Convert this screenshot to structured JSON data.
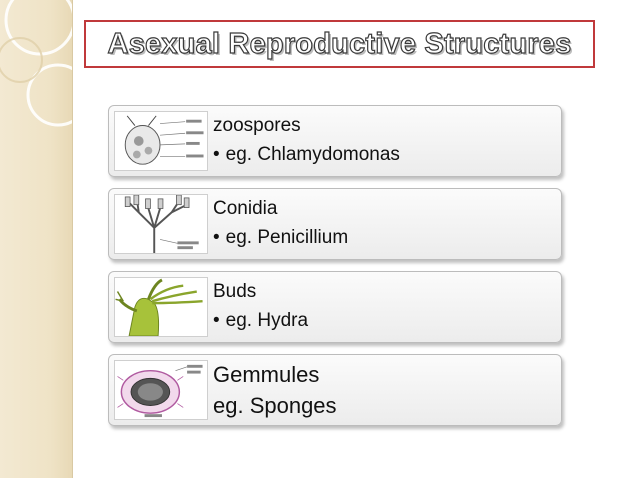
{
  "slide": {
    "title": "Asexual Reproductive Structures",
    "accent_color": "#c0393b",
    "items": [
      {
        "heading": "zoospores",
        "bullet": "•",
        "example": "eg. Chlamydomonas",
        "icon": "zoospore-diagram"
      },
      {
        "heading": "Conidia",
        "bullet": "•",
        "example": "eg. Penicillium",
        "icon": "conidia-diagram"
      },
      {
        "heading": "Buds",
        "bullet": "•",
        "example": "eg. Hydra",
        "icon": "hydra-bud-diagram"
      },
      {
        "heading": "Gemmules",
        "bullet": "",
        "example": "eg. Sponges",
        "icon": "gemmule-diagram"
      }
    ]
  }
}
